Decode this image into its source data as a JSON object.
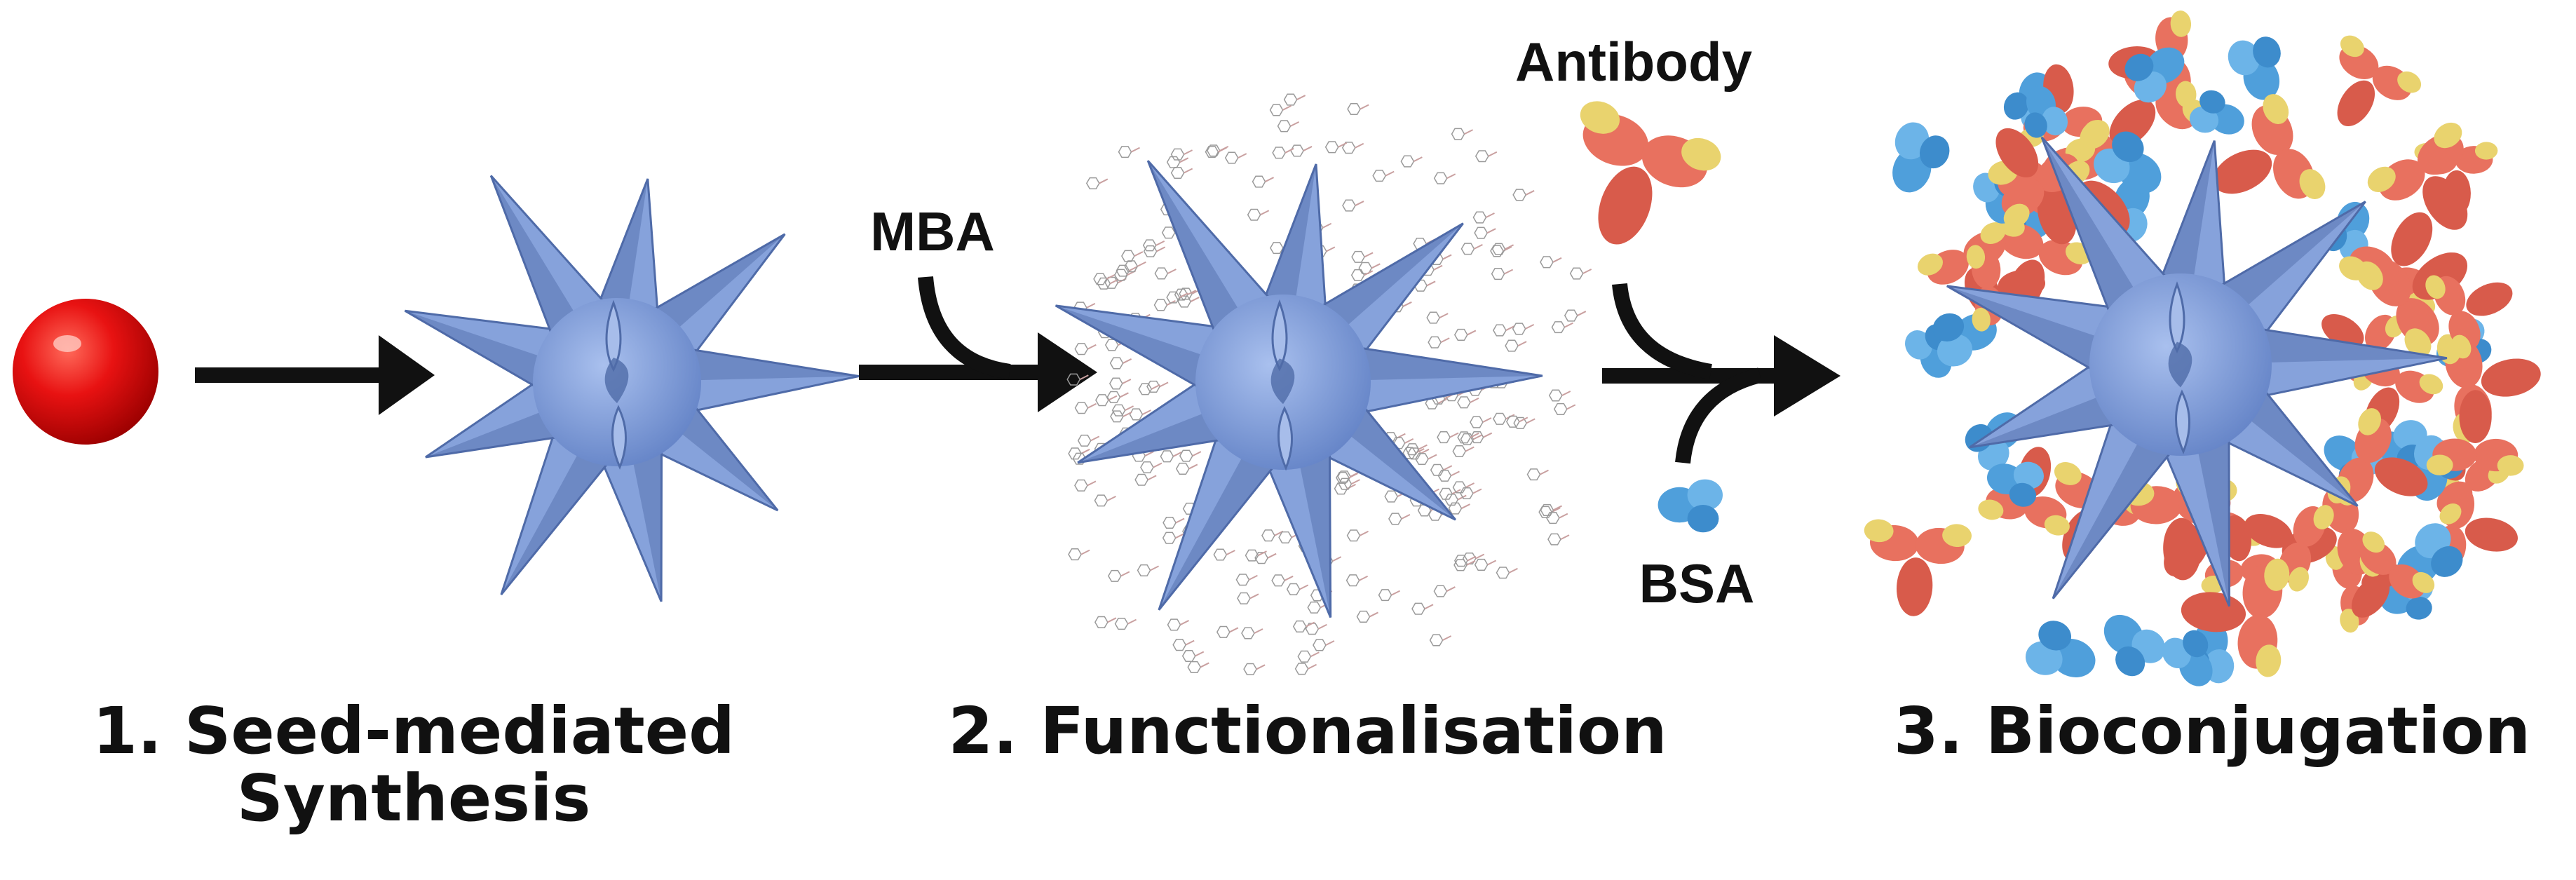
{
  "steps": {
    "step1_line1": "1. Seed-mediated",
    "step1_line2": "Synthesis",
    "step2": "2. Functionalisation",
    "step3": "3. Bioconjugation"
  },
  "reagents": {
    "mba": "MBA",
    "antibody": "Antibody",
    "bsa": "BSA"
  },
  "colors": {
    "seed": "#e01010",
    "nanostar": "#86a2db",
    "nanostar_shade": "#4f6ba8",
    "arrow": "#111111",
    "antibody_red": "#e8715f",
    "antibody_yellow": "#e9d36e",
    "bsa_blue": "#4f9fdb",
    "mba_lines": "#c9a0a0"
  }
}
